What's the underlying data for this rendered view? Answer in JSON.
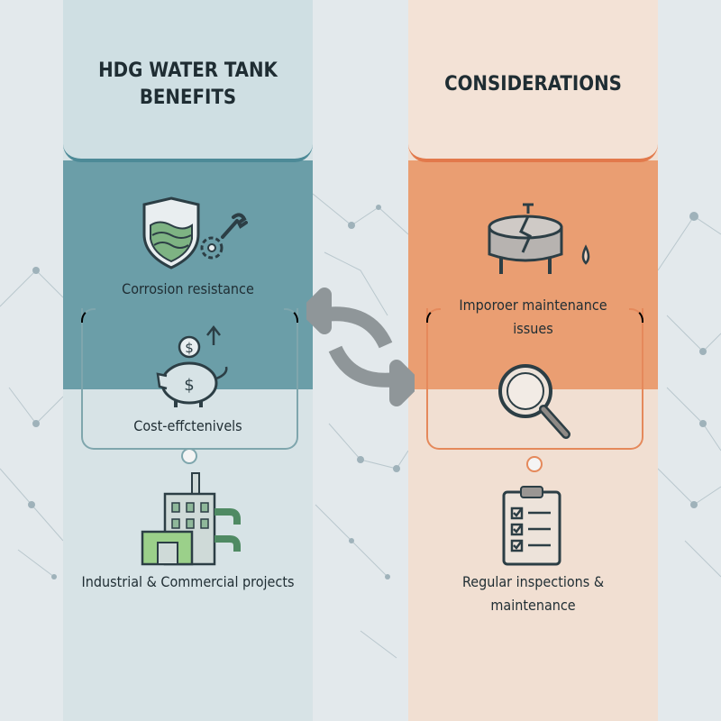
{
  "benefits": {
    "title": "HDG WATER TANK BENEFITS",
    "items": [
      {
        "label": "Corrosion resistance",
        "icon": "shield-gear-icon"
      },
      {
        "label": "Cost-effctenivels",
        "icon": "piggy-bank-icon"
      },
      {
        "label": "Industrial & Commercial projects",
        "icon": "factory-icon"
      }
    ]
  },
  "considerations": {
    "title": "CONSIDERATIONS",
    "items": [
      {
        "label": "Imporoer maintenance issues",
        "icon": "cracked-tank-icon"
      },
      {
        "label": "",
        "icon": "magnifier-icon"
      },
      {
        "label": "Regular inspections & maintenance",
        "icon": "checklist-icon"
      }
    ]
  },
  "center": {
    "icon": "cycle-arrows-icon"
  },
  "colors": {
    "benefits_band": "#6b9ea8",
    "considerations_band": "#ea9e72",
    "benefits_accent": "#4d8a97",
    "considerations_accent": "#e2794b"
  }
}
